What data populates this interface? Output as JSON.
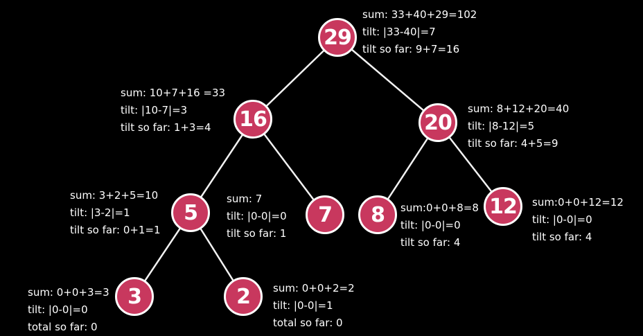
{
  "colors": {
    "background": "#000000",
    "node_fill": "#c8385e",
    "node_border": "#ffffff",
    "edge": "#f2f2f2",
    "text": "#ffffff"
  },
  "tree": {
    "root": {
      "value": "29",
      "lines": [
        "sum: 33+40+29=102",
        "tilt: |33-40|=7",
        "tilt so far: 9+7=16"
      ]
    },
    "n16": {
      "value": "16",
      "lines": [
        "sum: 10+7+16 =33",
        "tilt: |10-7|=3",
        "tilt so far: 1+3=4"
      ]
    },
    "n20": {
      "value": "20",
      "lines": [
        "sum: 8+12+20=40",
        "tilt: |8-12|=5",
        "tilt so far: 4+5=9"
      ]
    },
    "n5": {
      "value": "5",
      "lines": [
        "sum: 3+2+5=10",
        "tilt: |3-2|=1",
        "tilt so far: 0+1=1"
      ]
    },
    "n7": {
      "value": "7",
      "lines": [
        "sum: 7",
        "tilt: |0-0|=0",
        "tilt so far: 1"
      ]
    },
    "n8": {
      "value": "8",
      "lines": [
        "sum:0+0+8=8",
        "tilt: |0-0|=0",
        "tilt so far: 4"
      ]
    },
    "n12": {
      "value": "12",
      "lines": [
        "sum:0+0+12=12",
        "tilt: |0-0|=0",
        "tilt so far: 4"
      ]
    },
    "n3": {
      "value": "3",
      "lines": [
        "sum: 0+0+3=3",
        "tilt: |0-0|=0",
        "total so far: 0"
      ]
    },
    "n2": {
      "value": "2",
      "lines": [
        "sum: 0+0+2=2",
        "tilt: |0-0|=1",
        "total so far: 0"
      ]
    }
  }
}
